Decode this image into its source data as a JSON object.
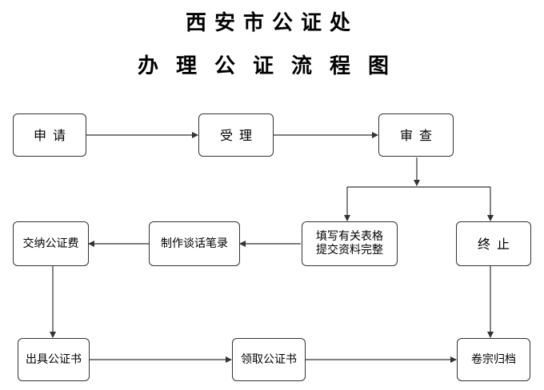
{
  "title": {
    "line1": "西安市公证处",
    "line2": "办理公证流程图"
  },
  "nodes": {
    "apply": "申请",
    "accept": "受理",
    "review": "审查",
    "fill_forms_line1": "填写有关表格",
    "fill_forms_line2": "提交资料完整",
    "terminate": "终止",
    "interview": "制作谈话笔录",
    "pay_fee": "交纳公证费",
    "issue_certificate": "出具公证书",
    "collect_certificate": "领取公证书",
    "archive": "卷宗归档"
  },
  "colors": {
    "line": "#333333",
    "border": "#333333",
    "text": "#000000"
  }
}
